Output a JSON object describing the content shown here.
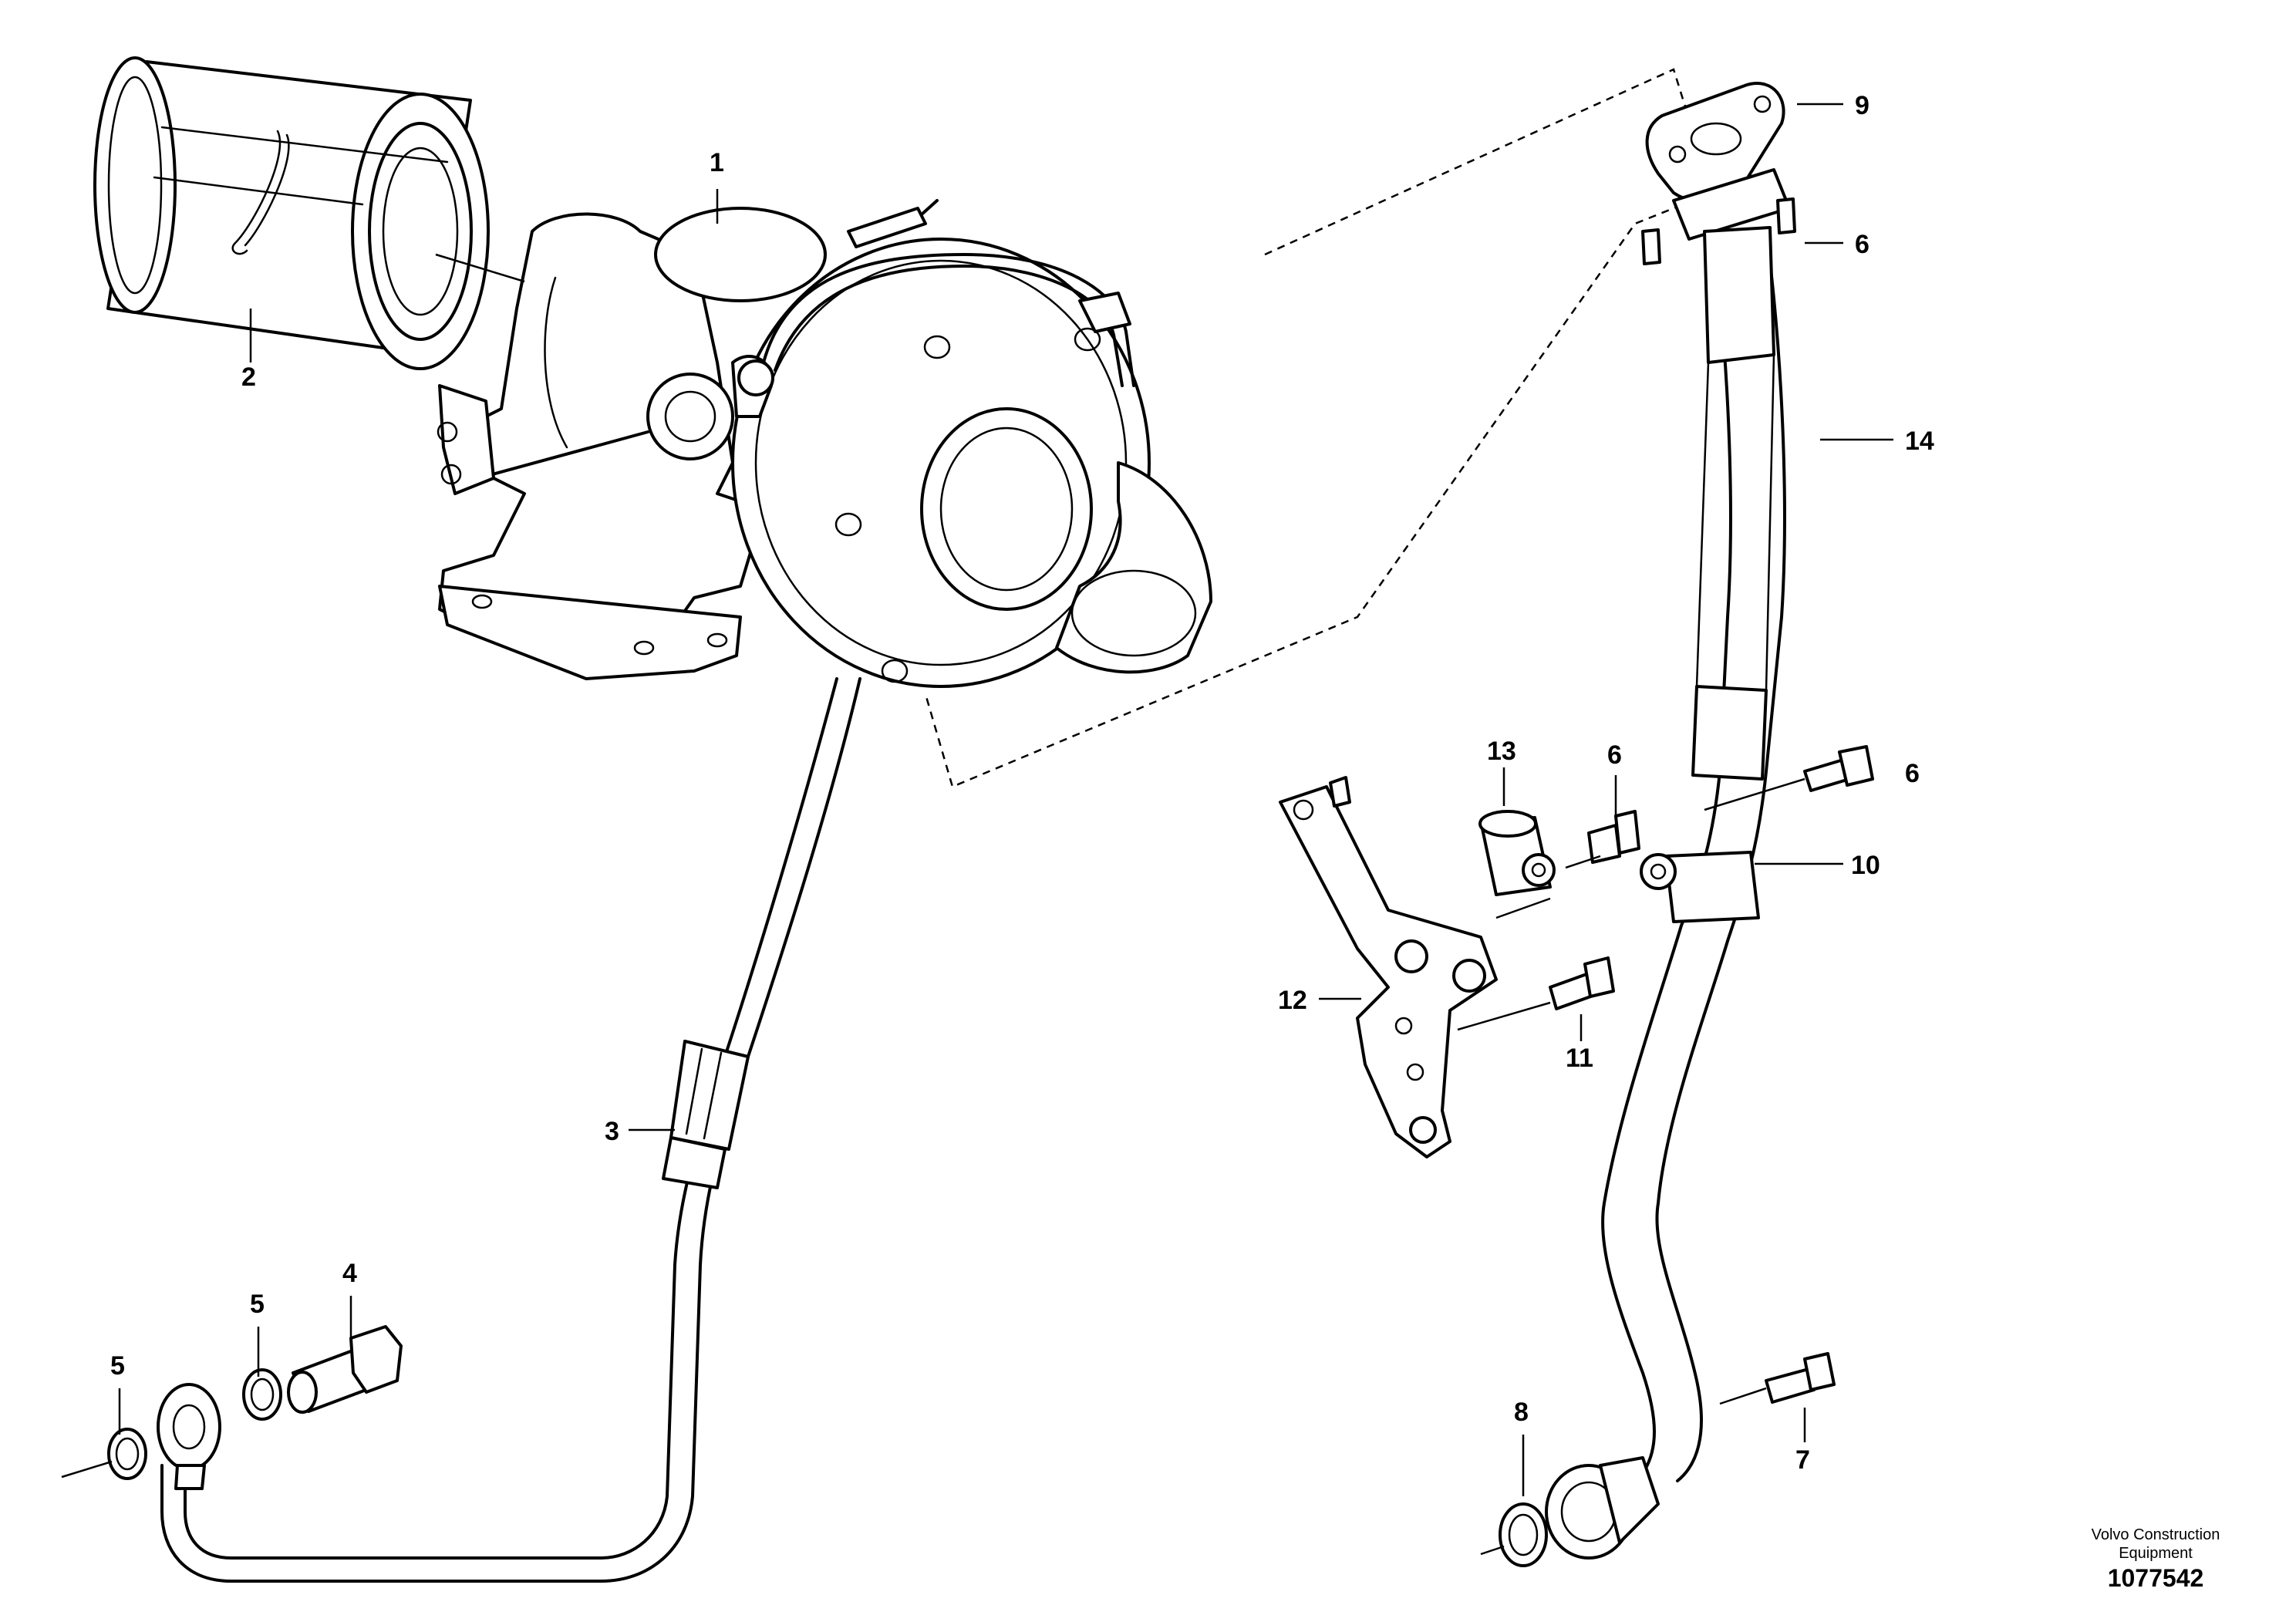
{
  "callouts": {
    "c1": "1",
    "c2": "2",
    "c3": "3",
    "c4": "4",
    "c5a": "5",
    "c5b": "5",
    "c6a": "6",
    "c6b": "6",
    "c6c": "6",
    "c7": "7",
    "c8": "8",
    "c9": "9",
    "c10": "10",
    "c11": "11",
    "c12": "12",
    "c13": "13",
    "c14": "14"
  },
  "footer": {
    "company_line1": "Volvo Construction",
    "company_line2": "Equipment",
    "drawing_number": "1077542"
  }
}
